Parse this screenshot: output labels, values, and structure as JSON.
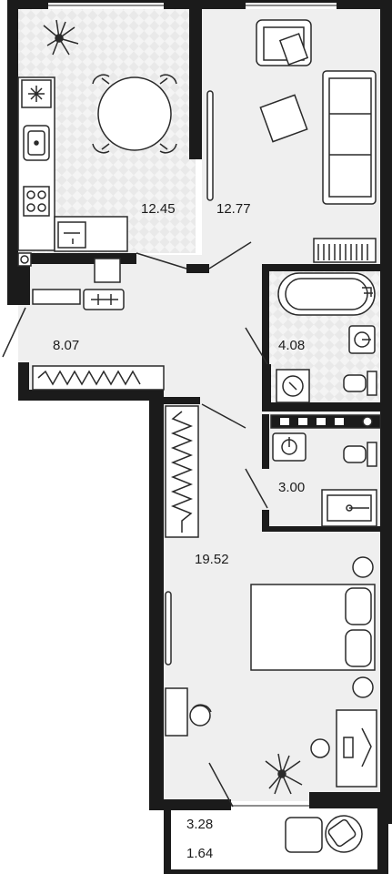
{
  "floor_plan": {
    "room_areas": {
      "kitchen": "12.45",
      "living_room": "12.77",
      "hallway": "8.07",
      "bathroom": "4.08",
      "toilet": "3.00",
      "bedroom": "19.52",
      "balcony_total": "3.28",
      "balcony_reduced": "1.64"
    },
    "colors": {
      "wall": "#1b1b1b",
      "floor": "#efefef",
      "tile_floor": "#f4f4f4",
      "tile_pattern": "#e4e4e4",
      "furniture_stroke": "#2a2a2a"
    },
    "furniture_icons": [
      "potted-plant-icon",
      "dining-table-icon",
      "chair-icon",
      "stove-icon",
      "sink-icon",
      "fridge-icon",
      "sofa-icon",
      "armchair-icon",
      "bathtub-icon",
      "washbasin-icon",
      "toilet-icon",
      "washing-machine-icon",
      "shower-icon",
      "wardrobe-icon",
      "double-bed-icon",
      "desk-icon",
      "radiator-icon"
    ]
  }
}
